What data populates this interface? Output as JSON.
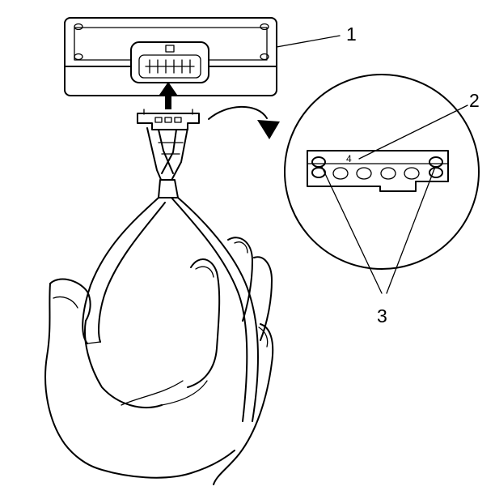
{
  "callouts": {
    "module": "1",
    "terminal": "2",
    "locking_tabs": "3",
    "pin_number": "4"
  }
}
